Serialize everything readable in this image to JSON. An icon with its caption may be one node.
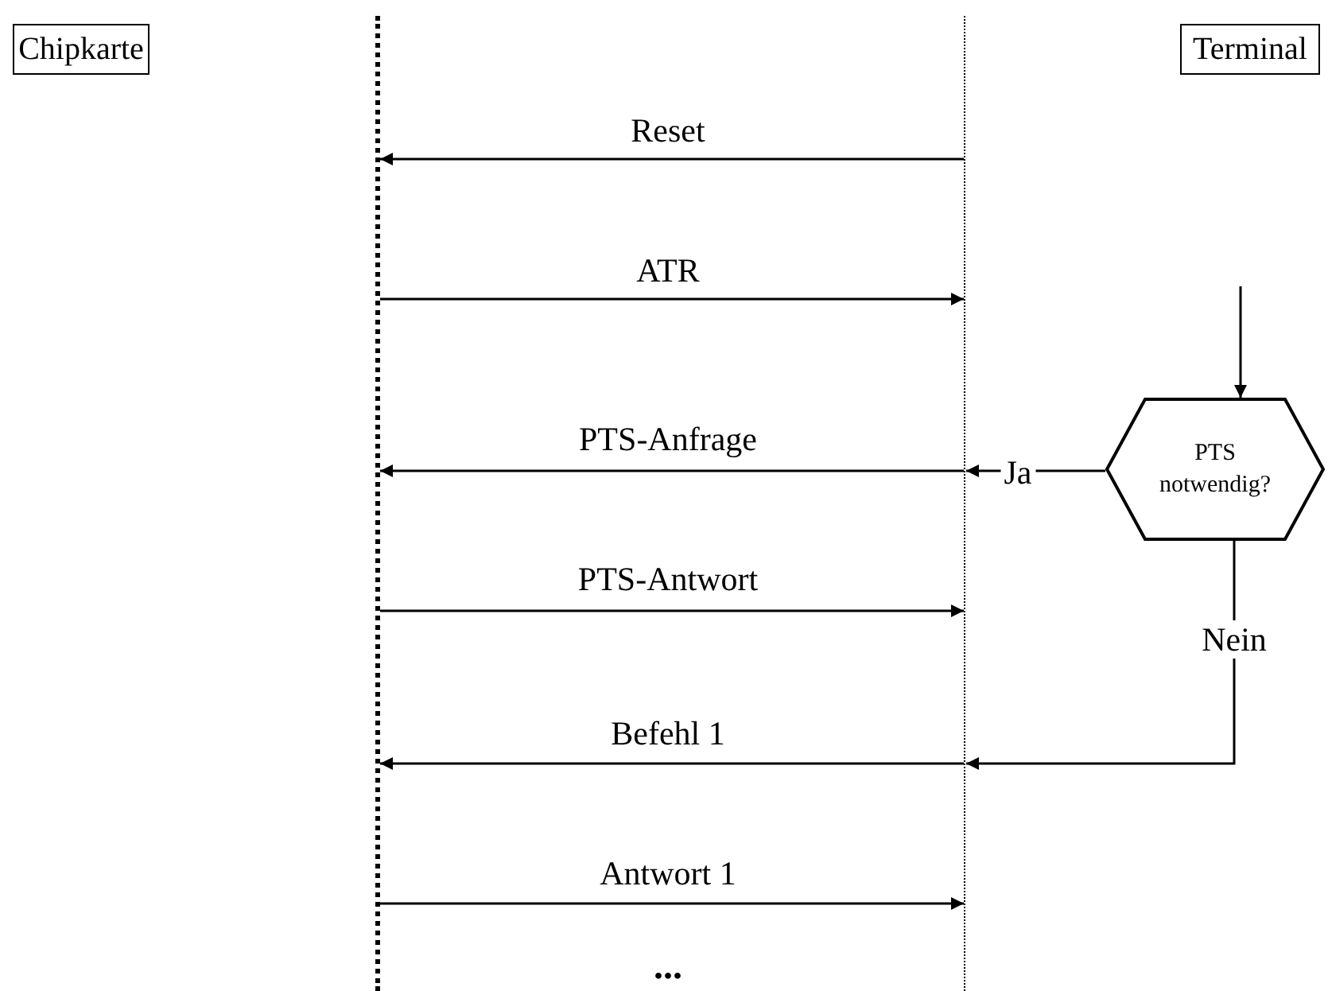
{
  "diagram": {
    "nodes": [
      {
        "text": [
          "Chipkarte"
        ]
      },
      {
        "text": [
          "Terminal"
        ]
      },
      {
        "text": [],
        "shape": "line"
      },
      {
        "text": [],
        "shape": "line"
      },
      {
        "text": [
          "PTS notwendig?"
        ]
      }
    ],
    "edges": [
      {
        "from": 3,
        "to": 2,
        "arrow": "to",
        "label": "Reset"
      },
      {
        "from": 2,
        "to": 3,
        "arrow": "to",
        "label": "ATR"
      },
      {
        "from": null,
        "to": 4,
        "arrow": "to"
      },
      {
        "from": 4,
        "to": 3,
        "arrow": "to",
        "label": "Ja"
      },
      {
        "from": 3,
        "to": 2,
        "arrow": "to",
        "label": "PTS-Anfrage"
      },
      {
        "from": 2,
        "to": 3,
        "arrow": "to",
        "label": "PTS-Antwort"
      },
      {
        "from": 4,
        "to": 3,
        "arrow": "to",
        "label": "Nein"
      },
      {
        "from": 3,
        "to": 2,
        "arrow": "to",
        "label": "Befehl 1"
      },
      {
        "from": 2,
        "to": 3,
        "arrow": "to",
        "label": "Antwort 1"
      }
    ],
    "labels": [
      "..."
    ]
  }
}
